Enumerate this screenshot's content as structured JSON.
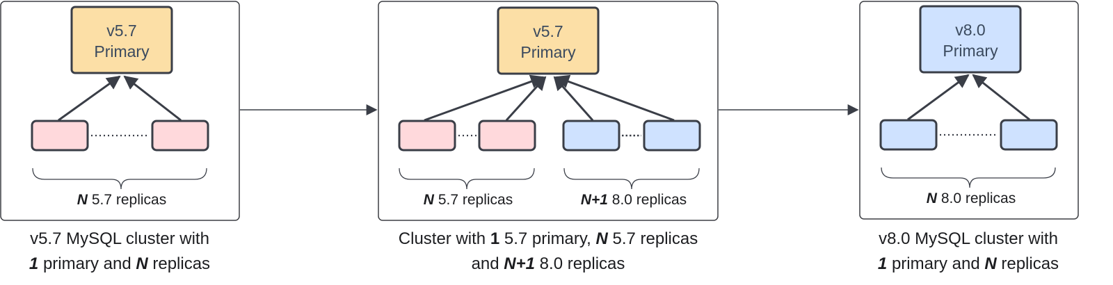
{
  "colors": {
    "v57_fill": "#fcdfa6",
    "v80_fill": "#cfe2ff",
    "replica57_fill": "#ffd9dc",
    "replica80_fill": "#cfe2ff",
    "stroke": "#3a3e47"
  },
  "panels": [
    {
      "primary": {
        "version": "v5.7",
        "role": "Primary"
      },
      "brace_labels": [
        {
          "count": "N",
          "rest": "5.7 replicas"
        }
      ],
      "caption": {
        "line1": "v5.7 MySQL cluster with",
        "line2": {
          "count": "1",
          "mid": "primary and",
          "count2": "N",
          "end": "replicas"
        }
      }
    },
    {
      "primary": {
        "version": "v5.7",
        "role": "Primary"
      },
      "brace_labels": [
        {
          "count": "N",
          "rest": "5.7 replicas"
        },
        {
          "count": "N+1",
          "rest": "8.0 replicas"
        }
      ],
      "caption": {
        "line1": {
          "a": "Cluster with",
          "b": "1",
          "c": "5.7 primary,",
          "d": "N",
          "e": "5.7 replicas"
        },
        "line2": {
          "a": "and",
          "b": "N+1",
          "c": "8.0 replicas"
        }
      }
    },
    {
      "primary": {
        "version": "v8.0",
        "role": "Primary"
      },
      "brace_labels": [
        {
          "count": "N",
          "rest": "8.0 replicas"
        }
      ],
      "caption": {
        "line1": "v8.0 MySQL cluster with",
        "line2": {
          "count": "1",
          "mid": "primary and",
          "count2": "N",
          "end": "replicas"
        }
      }
    }
  ]
}
